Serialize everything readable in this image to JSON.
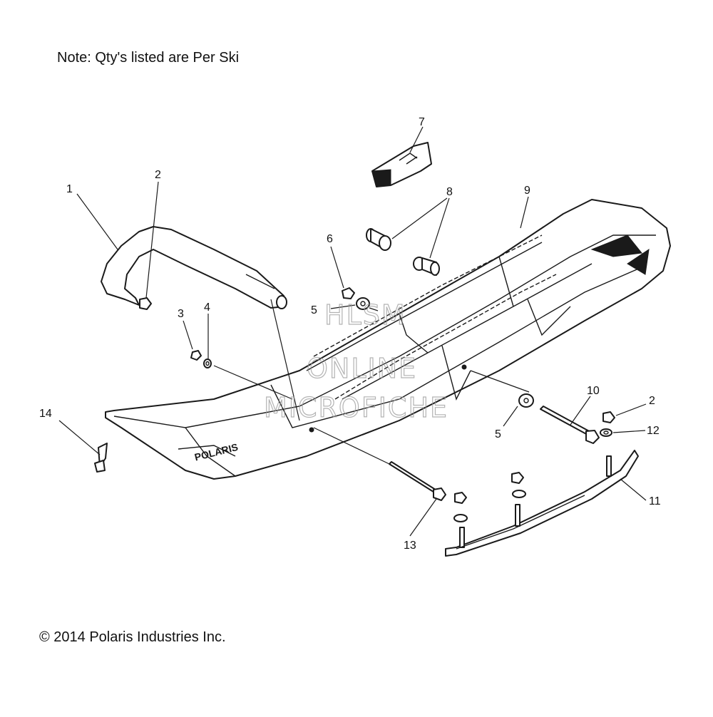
{
  "note": "Note: Qty's listed are Per Ski",
  "copyright": "© 2014 Polaris Industries Inc.",
  "watermark": {
    "line1": "HLSM",
    "line2": "ONLINE",
    "line3": "MICROFICHE"
  },
  "callouts": {
    "c1": "1",
    "c2a": "2",
    "c2b": "2",
    "c3": "3",
    "c4": "4",
    "c5a": "5",
    "c5b": "5",
    "c6": "6",
    "c7": "7",
    "c8": "8",
    "c9": "9",
    "c10": "10",
    "c11": "11",
    "c12": "12",
    "c13": "13",
    "c14": "14"
  },
  "colors": {
    "line": "#1a1a1a",
    "watermark": "#9a9a9a",
    "background": "#ffffff"
  }
}
